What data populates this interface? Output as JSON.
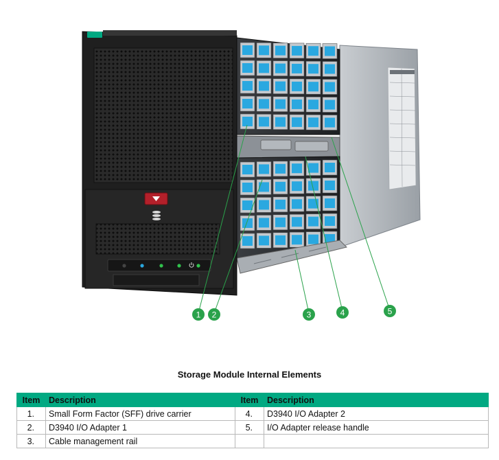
{
  "caption": "Storage Module Internal Elements",
  "table": {
    "headers": {
      "item": "Item",
      "description": "Description"
    },
    "left": [
      {
        "item": "1.",
        "description": "Small Form Factor (SFF) drive carrier"
      },
      {
        "item": "2.",
        "description": "D3940 I/O Adapter 1"
      },
      {
        "item": "3.",
        "description": "Cable management rail"
      }
    ],
    "right": [
      {
        "item": "4.",
        "description": "D3940 I/O Adapter 2"
      },
      {
        "item": "5.",
        "description": "I/O Adapter release handle"
      }
    ]
  },
  "callouts": [
    "1",
    "2",
    "3",
    "4",
    "5"
  ],
  "colors": {
    "accent": "#01a982",
    "drive_blue": "#2aa8e0",
    "chassis": "#2b2b2b",
    "release_button": "#b3202a"
  },
  "icons": [
    "hpe-logo-icon",
    "storage-stack-icon",
    "led-indicator-icon",
    "power-icon"
  ]
}
